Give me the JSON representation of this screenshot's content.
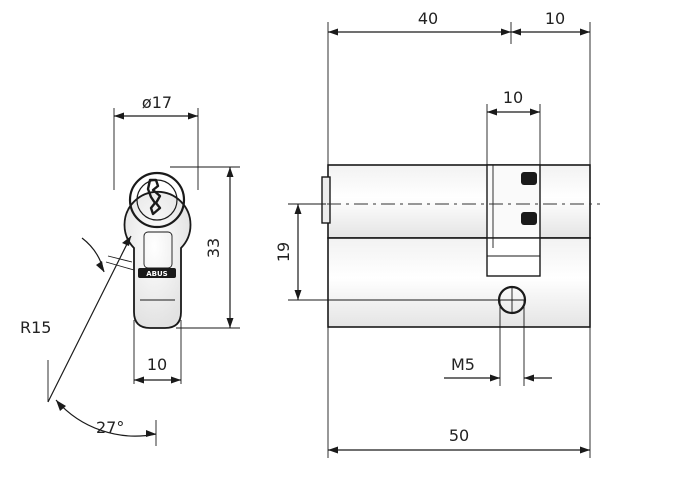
{
  "dimensions": {
    "diameter": "ø17",
    "height_33": "33",
    "bottom_10": "10",
    "radius": "R15",
    "angle": "27°",
    "length_40": "40",
    "length_10_top": "10",
    "cam_10": "10",
    "height_19": "19",
    "thread": "M5",
    "total_50": "50"
  },
  "brand": {
    "logo": "ABUS"
  }
}
